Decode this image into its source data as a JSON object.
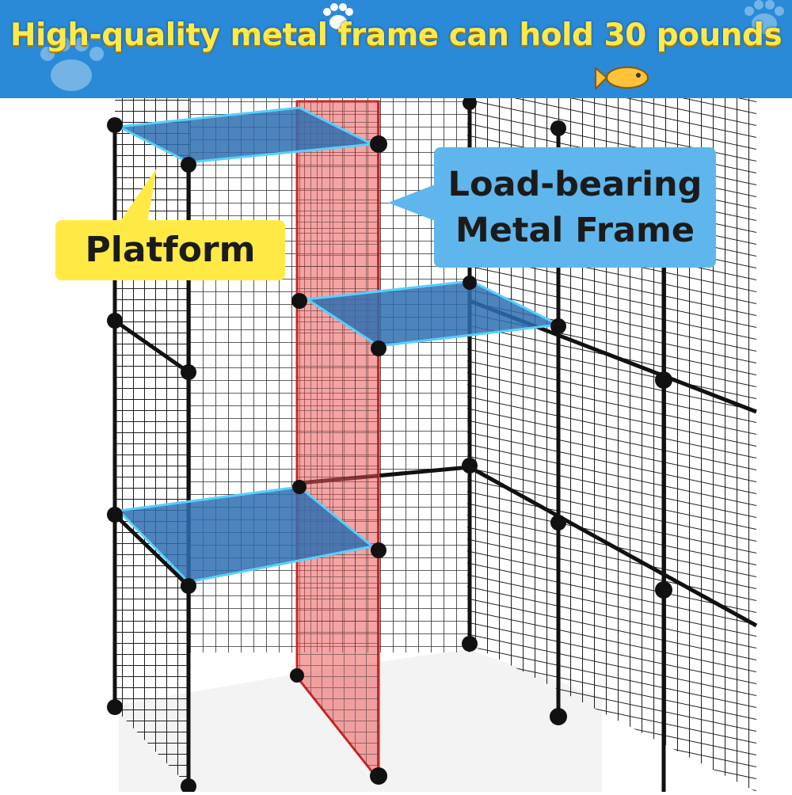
{
  "banner": {
    "title": "High-quality metal frame can hold 30 pounds",
    "color": "#2a8ad8",
    "text_color": "#ffe94a"
  },
  "callouts": {
    "platform": {
      "label": "Platform",
      "color": "#ffea45"
    },
    "frame": {
      "line1": "Load-bearing",
      "line2": "Metal Frame",
      "color": "#5fb6ec"
    }
  },
  "scene": {
    "object": "wire grid pet cage",
    "platform_color": "#2f6fb0",
    "frame_highlight_color": "#e23b3b",
    "icons": [
      "paw-icon",
      "fish-icon"
    ]
  }
}
